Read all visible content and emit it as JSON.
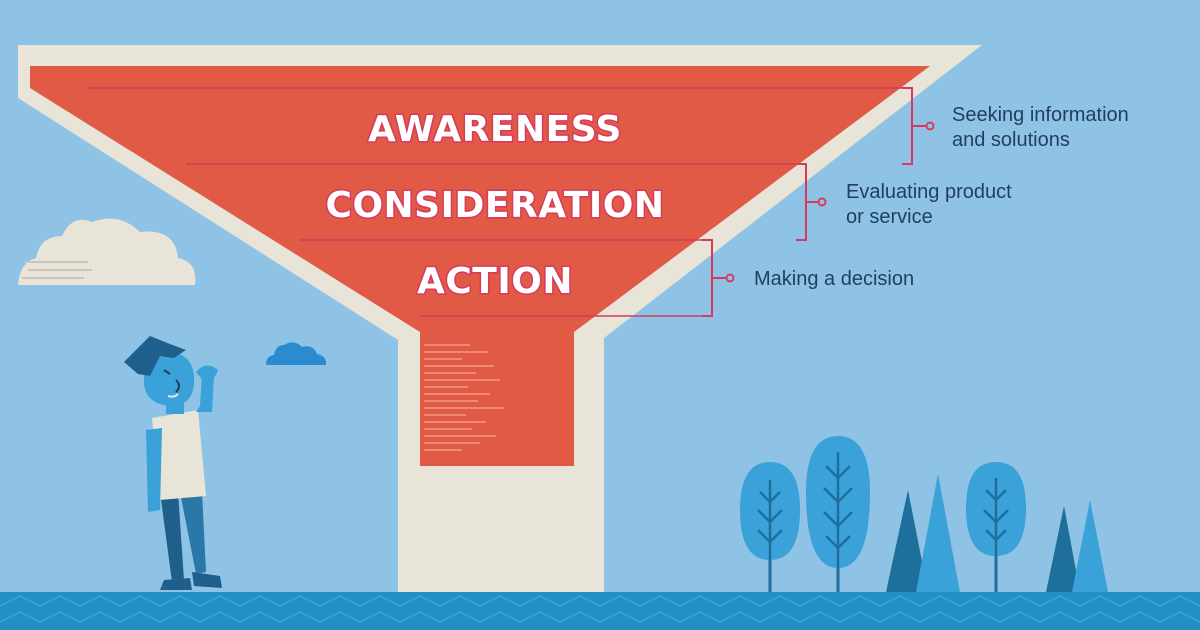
{
  "funnel": {
    "stages": [
      {
        "label": "AWARENESS",
        "description_lines": [
          "Seeking information",
          "and solutions"
        ]
      },
      {
        "label": "CONSIDERATION",
        "description_lines": [
          "Evaluating product",
          "or service"
        ]
      },
      {
        "label": "ACTION",
        "description_lines": [
          "Making a decision"
        ]
      }
    ]
  },
  "colors": {
    "sky": "#8fc3e6",
    "funnel_red": "#e05a45",
    "funnel_outline": "#e8e4d8",
    "bracket_pink": "#d63a5e",
    "ground": "#1f8fc4",
    "text_dark": "#1f3f5c",
    "tree_blue": "#3aa2d8"
  }
}
